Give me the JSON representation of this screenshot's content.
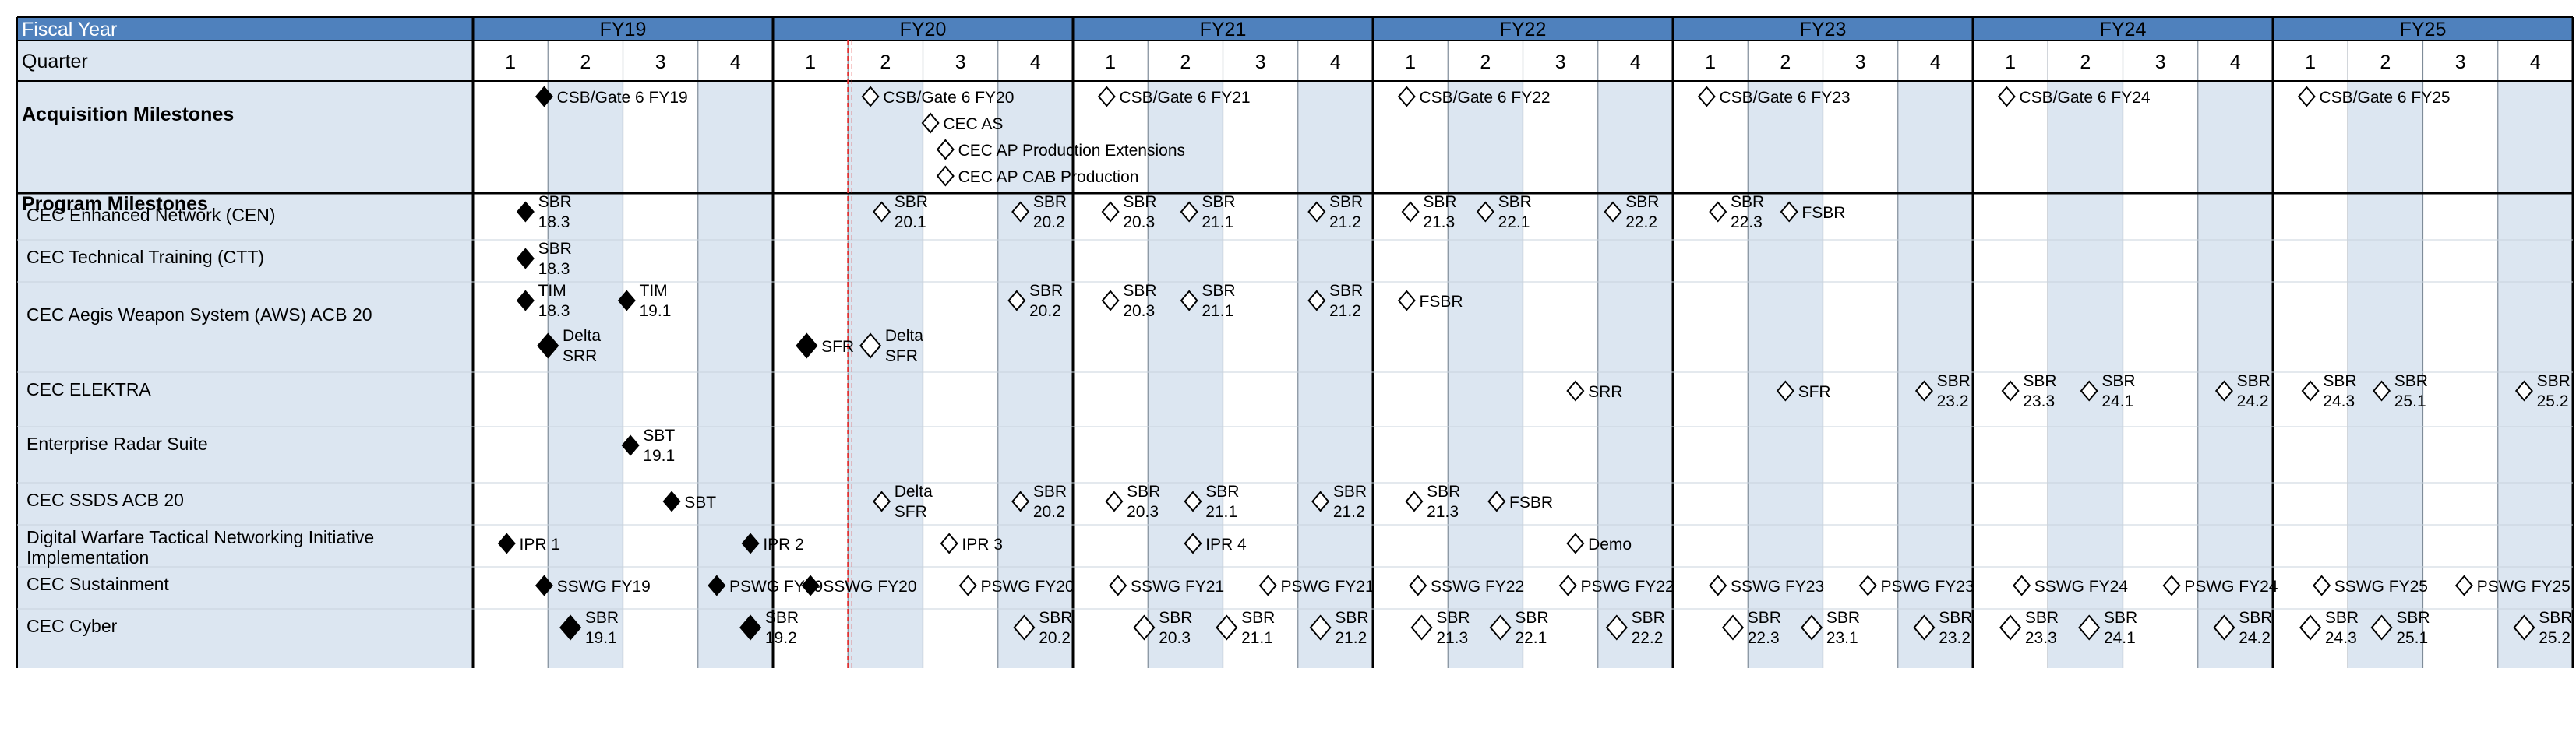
{
  "header": {
    "fiscal_year_label": "Fiscal Year",
    "quarter_label": "Quarter",
    "years": [
      "FY19",
      "FY20",
      "FY21",
      "FY22",
      "FY23",
      "FY24",
      "FY25"
    ],
    "quarters": [
      "1",
      "2",
      "3",
      "4"
    ]
  },
  "sections": {
    "acquisition": "Acquisition Milestones",
    "program": "Program Milestones"
  },
  "rows": [
    {
      "id": "acq",
      "label": ""
    },
    {
      "id": "cen",
      "label": "CEC Enhanced Network (CEN)"
    },
    {
      "id": "ctt",
      "label": "CEC Technical Training (CTT)"
    },
    {
      "id": "aws",
      "label": "CEC Aegis Weapon System (AWS)  ACB 20"
    },
    {
      "id": "elektra",
      "label": "CEC ELEKTRA"
    },
    {
      "id": "ers",
      "label": "Enterprise Radar Suite"
    },
    {
      "id": "ssds",
      "label": " CEC SSDS ACB 20"
    },
    {
      "id": "dwtni",
      "label": "Digital Warfare Tactical Networking Initiative\nImplementation"
    },
    {
      "id": "sust",
      "label": "CEC Sustainment"
    },
    {
      "id": "cyber",
      "label": "CEC Cyber"
    }
  ],
  "milestones": [
    {
      "row": "acq",
      "fy": 19,
      "q": 1.45,
      "sub": 0,
      "filled": true,
      "text": "CSB/Gate 6 FY19"
    },
    {
      "row": "acq",
      "fy": 20,
      "q": 1.8,
      "sub": 0,
      "filled": false,
      "text": "CSB/Gate 6 FY20"
    },
    {
      "row": "acq",
      "fy": 20,
      "q": 2.6,
      "sub": 1,
      "filled": false,
      "text": "CEC AS"
    },
    {
      "row": "acq",
      "fy": 20,
      "q": 2.8,
      "sub": 2,
      "filled": false,
      "text": "CEC AP Production Extensions"
    },
    {
      "row": "acq",
      "fy": 20,
      "q": 2.8,
      "sub": 3,
      "filled": false,
      "text": "CEC AP CAB Production"
    },
    {
      "row": "acq",
      "fy": 21,
      "q": 0.95,
      "sub": 0,
      "filled": false,
      "text": "CSB/Gate 6 FY21"
    },
    {
      "row": "acq",
      "fy": 22,
      "q": 0.95,
      "sub": 0,
      "filled": false,
      "text": "CSB/Gate 6 FY22"
    },
    {
      "row": "acq",
      "fy": 23,
      "q": 0.95,
      "sub": 0,
      "filled": false,
      "text": "CSB/Gate 6 FY23"
    },
    {
      "row": "acq",
      "fy": 24,
      "q": 0.95,
      "sub": 0,
      "filled": false,
      "text": "CSB/Gate 6 FY24"
    },
    {
      "row": "acq",
      "fy": 25,
      "q": 0.95,
      "sub": 0,
      "filled": false,
      "text": "CSB/Gate 6 FY25"
    },
    {
      "row": "cen",
      "fy": 19,
      "q": 1.2,
      "sub": 0,
      "filled": true,
      "text": "SBR\n18.3"
    },
    {
      "row": "cen",
      "fy": 20,
      "q": 1.95,
      "sub": 0,
      "filled": false,
      "text": "SBR\n20.1"
    },
    {
      "row": "cen",
      "fy": 20,
      "q": 3.8,
      "sub": 0,
      "filled": false,
      "text": "SBR\n20.2"
    },
    {
      "row": "cen",
      "fy": 21,
      "q": 1.0,
      "sub": 0,
      "filled": false,
      "text": "SBR\n20.3"
    },
    {
      "row": "cen",
      "fy": 21,
      "q": 2.05,
      "sub": 0,
      "filled": false,
      "text": "SBR\n21.1"
    },
    {
      "row": "cen",
      "fy": 21,
      "q": 3.75,
      "sub": 0,
      "filled": false,
      "text": "SBR\n21.2"
    },
    {
      "row": "cen",
      "fy": 22,
      "q": 1.0,
      "sub": 0,
      "filled": false,
      "text": "SBR\n21.3"
    },
    {
      "row": "cen",
      "fy": 22,
      "q": 2.0,
      "sub": 0,
      "filled": false,
      "text": "SBR\n22.1"
    },
    {
      "row": "cen",
      "fy": 22,
      "q": 3.7,
      "sub": 0,
      "filled": false,
      "text": "SBR\n22.2"
    },
    {
      "row": "cen",
      "fy": 23,
      "q": 1.1,
      "sub": 0,
      "filled": false,
      "text": "SBR\n22.3"
    },
    {
      "row": "cen",
      "fy": 23,
      "q": 2.05,
      "sub": 0,
      "filled": false,
      "text": "FSBR"
    },
    {
      "row": "ctt",
      "fy": 19,
      "q": 1.2,
      "sub": 0,
      "filled": true,
      "text": "SBR\n18.3"
    },
    {
      "row": "aws",
      "fy": 19,
      "q": 1.2,
      "sub": 0,
      "filled": true,
      "text": "TIM\n18.3"
    },
    {
      "row": "aws",
      "fy": 19,
      "q": 2.55,
      "sub": 0,
      "filled": true,
      "text": "TIM\n19.1"
    },
    {
      "row": "aws",
      "fy": 19,
      "q": 1.5,
      "sub": 1,
      "filled": true,
      "text": "Delta\nSRR"
    },
    {
      "row": "aws",
      "fy": 19,
      "q": 4.95,
      "sub": 1,
      "filled": true,
      "text": "SFR"
    },
    {
      "row": "aws",
      "fy": 20,
      "q": 1.8,
      "sub": 1,
      "filled": false,
      "text": "Delta\nSFR"
    },
    {
      "row": "aws",
      "fy": 20,
      "q": 3.75,
      "sub": 0,
      "filled": false,
      "text": "SBR\n20.2"
    },
    {
      "row": "aws",
      "fy": 21,
      "q": 1.0,
      "sub": 0,
      "filled": false,
      "text": "SBR\n20.3"
    },
    {
      "row": "aws",
      "fy": 21,
      "q": 2.05,
      "sub": 0,
      "filled": false,
      "text": "SBR\n21.1"
    },
    {
      "row": "aws",
      "fy": 21,
      "q": 3.75,
      "sub": 0,
      "filled": false,
      "text": "SBR\n21.2"
    },
    {
      "row": "aws",
      "fy": 22,
      "q": 0.95,
      "sub": 0,
      "filled": false,
      "text": "FSBR"
    },
    {
      "row": "elektra",
      "fy": 22,
      "q": 3.2,
      "sub": 0,
      "filled": false,
      "text": "SRR"
    },
    {
      "row": "elektra",
      "fy": 23,
      "q": 2.0,
      "sub": 0,
      "filled": false,
      "text": "SFR"
    },
    {
      "row": "elektra",
      "fy": 23,
      "q": 3.85,
      "sub": 0,
      "filled": false,
      "text": "SBR\n23.2"
    },
    {
      "row": "elektra",
      "fy": 24,
      "q": 1.0,
      "sub": 0,
      "filled": false,
      "text": "SBR\n23.3"
    },
    {
      "row": "elektra",
      "fy": 24,
      "q": 2.05,
      "sub": 0,
      "filled": false,
      "text": "SBR\n24.1"
    },
    {
      "row": "elektra",
      "fy": 24,
      "q": 3.85,
      "sub": 0,
      "filled": false,
      "text": "SBR\n24.2"
    },
    {
      "row": "elektra",
      "fy": 25,
      "q": 1.0,
      "sub": 0,
      "filled": false,
      "text": "SBR\n24.3"
    },
    {
      "row": "elektra",
      "fy": 25,
      "q": 1.95,
      "sub": 0,
      "filled": false,
      "text": "SBR\n25.1"
    },
    {
      "row": "elektra",
      "fy": 25,
      "q": 3.85,
      "sub": 0,
      "filled": false,
      "text": "SBR\n25.2"
    },
    {
      "row": "ers",
      "fy": 19,
      "q": 2.6,
      "sub": 0,
      "filled": true,
      "text": "SBT\n19.1"
    },
    {
      "row": "ssds",
      "fy": 19,
      "q": 3.15,
      "sub": 0,
      "filled": true,
      "text": "SBT"
    },
    {
      "row": "ssds",
      "fy": 20,
      "q": 1.95,
      "sub": 0,
      "filled": false,
      "text": "Delta\nSFR"
    },
    {
      "row": "ssds",
      "fy": 20,
      "q": 3.8,
      "sub": 0,
      "filled": false,
      "text": "SBR\n20.2"
    },
    {
      "row": "ssds",
      "fy": 21,
      "q": 1.05,
      "sub": 0,
      "filled": false,
      "text": "SBR\n20.3"
    },
    {
      "row": "ssds",
      "fy": 21,
      "q": 2.1,
      "sub": 0,
      "filled": false,
      "text": "SBR\n21.1"
    },
    {
      "row": "ssds",
      "fy": 21,
      "q": 3.8,
      "sub": 0,
      "filled": false,
      "text": "SBR\n21.2"
    },
    {
      "row": "ssds",
      "fy": 22,
      "q": 1.05,
      "sub": 0,
      "filled": false,
      "text": "SBR\n21.3"
    },
    {
      "row": "ssds",
      "fy": 22,
      "q": 2.15,
      "sub": 0,
      "filled": false,
      "text": "FSBR"
    },
    {
      "row": "dwtni",
      "fy": 19,
      "q": 0.95,
      "sub": 0,
      "filled": true,
      "text": "IPR 1"
    },
    {
      "row": "dwtni",
      "fy": 19,
      "q": 4.2,
      "sub": 0,
      "filled": true,
      "text": "IPR 2"
    },
    {
      "row": "dwtni",
      "fy": 20,
      "q": 2.85,
      "sub": 0,
      "filled": false,
      "text": "IPR 3"
    },
    {
      "row": "dwtni",
      "fy": 21,
      "q": 2.1,
      "sub": 0,
      "filled": false,
      "text": "IPR 4"
    },
    {
      "row": "dwtni",
      "fy": 22,
      "q": 3.2,
      "sub": 0,
      "filled": false,
      "text": "Demo"
    },
    {
      "row": "sust",
      "fy": 19,
      "q": 1.45,
      "sub": 0,
      "filled": true,
      "text": "SSWG FY19"
    },
    {
      "row": "sust",
      "fy": 19,
      "q": 3.75,
      "sub": 0,
      "filled": true,
      "text": "PSWG FY19"
    },
    {
      "row": "sust",
      "fy": 20,
      "q": 1.0,
      "sub": 0,
      "filled": true,
      "text": "SSWG FY20"
    },
    {
      "row": "sust",
      "fy": 20,
      "q": 3.1,
      "sub": 0,
      "filled": false,
      "text": "PSWG FY20"
    },
    {
      "row": "sust",
      "fy": 21,
      "q": 1.1,
      "sub": 0,
      "filled": false,
      "text": "SSWG FY21"
    },
    {
      "row": "sust",
      "fy": 21,
      "q": 3.1,
      "sub": 0,
      "filled": false,
      "text": "PSWG FY21"
    },
    {
      "row": "sust",
      "fy": 22,
      "q": 1.1,
      "sub": 0,
      "filled": false,
      "text": "SSWG FY22"
    },
    {
      "row": "sust",
      "fy": 22,
      "q": 3.1,
      "sub": 0,
      "filled": false,
      "text": "PSWG FY22"
    },
    {
      "row": "sust",
      "fy": 23,
      "q": 1.1,
      "sub": 0,
      "filled": false,
      "text": "SSWG FY23"
    },
    {
      "row": "sust",
      "fy": 23,
      "q": 3.1,
      "sub": 0,
      "filled": false,
      "text": "PSWG FY23"
    },
    {
      "row": "sust",
      "fy": 24,
      "q": 1.15,
      "sub": 0,
      "filled": false,
      "text": "SSWG FY24"
    },
    {
      "row": "sust",
      "fy": 24,
      "q": 3.15,
      "sub": 0,
      "filled": false,
      "text": "PSWG FY24"
    },
    {
      "row": "sust",
      "fy": 25,
      "q": 1.15,
      "sub": 0,
      "filled": false,
      "text": "SSWG FY25"
    },
    {
      "row": "sust",
      "fy": 25,
      "q": 3.05,
      "sub": 0,
      "filled": false,
      "text": "PSWG FY25"
    },
    {
      "row": "cyber",
      "fy": 19,
      "q": 1.8,
      "sub": 0,
      "filled": true,
      "text": "SBR\n19.1"
    },
    {
      "row": "cyber",
      "fy": 19,
      "q": 4.2,
      "sub": 0,
      "filled": true,
      "text": "SBR\n19.2"
    },
    {
      "row": "cyber",
      "fy": 20,
      "q": 3.85,
      "sub": 0,
      "filled": false,
      "text": "SBR\n20.2"
    },
    {
      "row": "cyber",
      "fy": 21,
      "q": 1.45,
      "sub": 0,
      "filled": false,
      "text": "SBR\n20.3"
    },
    {
      "row": "cyber",
      "fy": 21,
      "q": 2.55,
      "sub": 0,
      "filled": false,
      "text": "SBR\n21.1"
    },
    {
      "row": "cyber",
      "fy": 21,
      "q": 3.8,
      "sub": 0,
      "filled": false,
      "text": "SBR\n21.2"
    },
    {
      "row": "cyber",
      "fy": 22,
      "q": 1.15,
      "sub": 0,
      "filled": false,
      "text": "SBR\n21.3"
    },
    {
      "row": "cyber",
      "fy": 22,
      "q": 2.2,
      "sub": 0,
      "filled": false,
      "text": "SBR\n22.1"
    },
    {
      "row": "cyber",
      "fy": 22,
      "q": 3.75,
      "sub": 0,
      "filled": false,
      "text": "SBR\n22.2"
    },
    {
      "row": "cyber",
      "fy": 23,
      "q": 1.3,
      "sub": 0,
      "filled": false,
      "text": "SBR\n22.3"
    },
    {
      "row": "cyber",
      "fy": 23,
      "q": 2.35,
      "sub": 0,
      "filled": false,
      "text": "SBR\n23.1"
    },
    {
      "row": "cyber",
      "fy": 23,
      "q": 3.85,
      "sub": 0,
      "filled": false,
      "text": "SBR\n23.2"
    },
    {
      "row": "cyber",
      "fy": 24,
      "q": 1.0,
      "sub": 0,
      "filled": false,
      "text": "SBR\n23.3"
    },
    {
      "row": "cyber",
      "fy": 24,
      "q": 2.05,
      "sub": 0,
      "filled": false,
      "text": "SBR\n24.1"
    },
    {
      "row": "cyber",
      "fy": 24,
      "q": 3.85,
      "sub": 0,
      "filled": false,
      "text": "SBR\n24.2"
    },
    {
      "row": "cyber",
      "fy": 25,
      "q": 1.0,
      "sub": 0,
      "filled": false,
      "text": "SBR\n24.3"
    },
    {
      "row": "cyber",
      "fy": 25,
      "q": 1.95,
      "sub": 0,
      "filled": false,
      "text": "SBR\n25.1"
    },
    {
      "row": "cyber",
      "fy": 25,
      "q": 3.85,
      "sub": 0,
      "filled": false,
      "text": "SBR\n25.2"
    }
  ],
  "today_marker": {
    "fy": 20,
    "q": 1.5
  },
  "colors": {
    "header_band": "#4f81bd",
    "quarter_band": "#dce6f1",
    "label_band": "#dce6f1",
    "today_line": "#e03030"
  }
}
